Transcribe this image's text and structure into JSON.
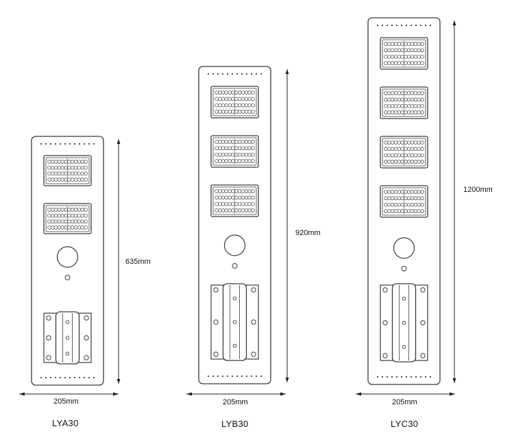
{
  "lamps": [
    {
      "model": "LYA30",
      "height_label": "635mm",
      "width_label": "205mm",
      "led_modules": 2
    },
    {
      "model": "LYB30",
      "height_label": "920mm",
      "width_label": "205mm",
      "led_modules": 3
    },
    {
      "model": "LYC30",
      "height_label": "1200mm",
      "width_label": "205mm",
      "led_modules": 4
    }
  ],
  "colors": {
    "line": "#3a3a3a",
    "dim_line": "#222222"
  }
}
